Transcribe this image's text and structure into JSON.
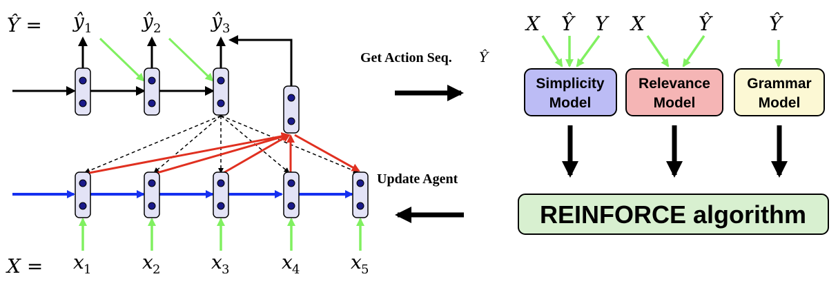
{
  "decoder": {
    "y_hat_label": "Ŷ =",
    "outputs": [
      {
        "base": "ŷ",
        "sub": "1"
      },
      {
        "base": "ŷ",
        "sub": "2"
      },
      {
        "base": "ŷ",
        "sub": "3"
      }
    ]
  },
  "encoder": {
    "x_label": "X =",
    "inputs": [
      {
        "base": "x",
        "sub": "1"
      },
      {
        "base": "x",
        "sub": "2"
      },
      {
        "base": "x",
        "sub": "3"
      },
      {
        "base": "x",
        "sub": "4"
      },
      {
        "base": "x",
        "sub": "5"
      }
    ]
  },
  "labels": {
    "get_action": "Get Action Seq.",
    "get_action_symbol": "Ŷ",
    "update_agent": "Update Agent"
  },
  "reward_models": [
    {
      "inputs": [
        "X",
        "Ŷ",
        "Y"
      ],
      "line1": "Simplicity",
      "line2": "Model",
      "fill": "#bcbcf5"
    },
    {
      "inputs": [
        "X",
        "Ŷ"
      ],
      "line1": "Relevance",
      "line2": "Model",
      "fill": "#f5b5b5"
    },
    {
      "inputs": [
        "Ŷ"
      ],
      "line1": "Grammar",
      "line2": "Model",
      "fill": "#fcf8d4"
    }
  ],
  "algorithm": {
    "label": "REINFORCE algorithm",
    "fill": "#d8f0d0"
  },
  "colors": {
    "encoder_flow": "#1530f0",
    "attention": "#e03020",
    "input_arrow": "#80f060",
    "cell": "#e3e3f6",
    "dot": "#1a1a8a"
  }
}
